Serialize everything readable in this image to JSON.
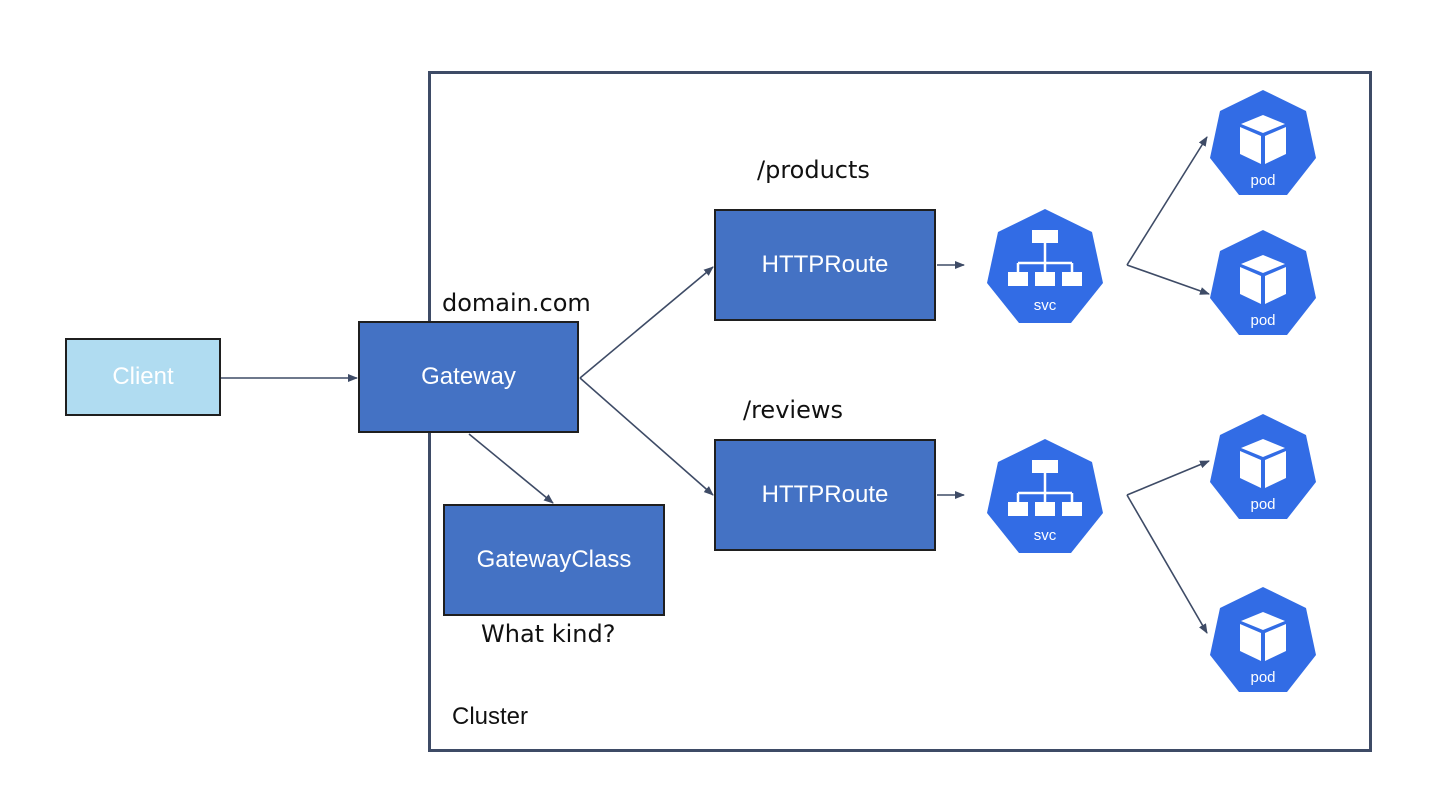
{
  "client": {
    "label": "Client"
  },
  "gateway": {
    "label": "Gateway",
    "host_label": "domain.com"
  },
  "gateway_class": {
    "label": "GatewayClass",
    "caption": "What kind?"
  },
  "routes": [
    {
      "label": "HTTPRoute",
      "path": "/products"
    },
    {
      "label": "HTTPRoute",
      "path": "/reviews"
    }
  ],
  "services": [
    {
      "label": "svc"
    },
    {
      "label": "svc"
    }
  ],
  "pods": [
    {
      "label": "pod"
    },
    {
      "label": "pod"
    },
    {
      "label": "pod"
    },
    {
      "label": "pod"
    }
  ],
  "cluster": {
    "label": "Cluster"
  },
  "colors": {
    "box_blue": "#4472c4",
    "client_blue": "#b0dcf1",
    "k8s_blue": "#326ce5",
    "arrow": "#3e4b66"
  }
}
